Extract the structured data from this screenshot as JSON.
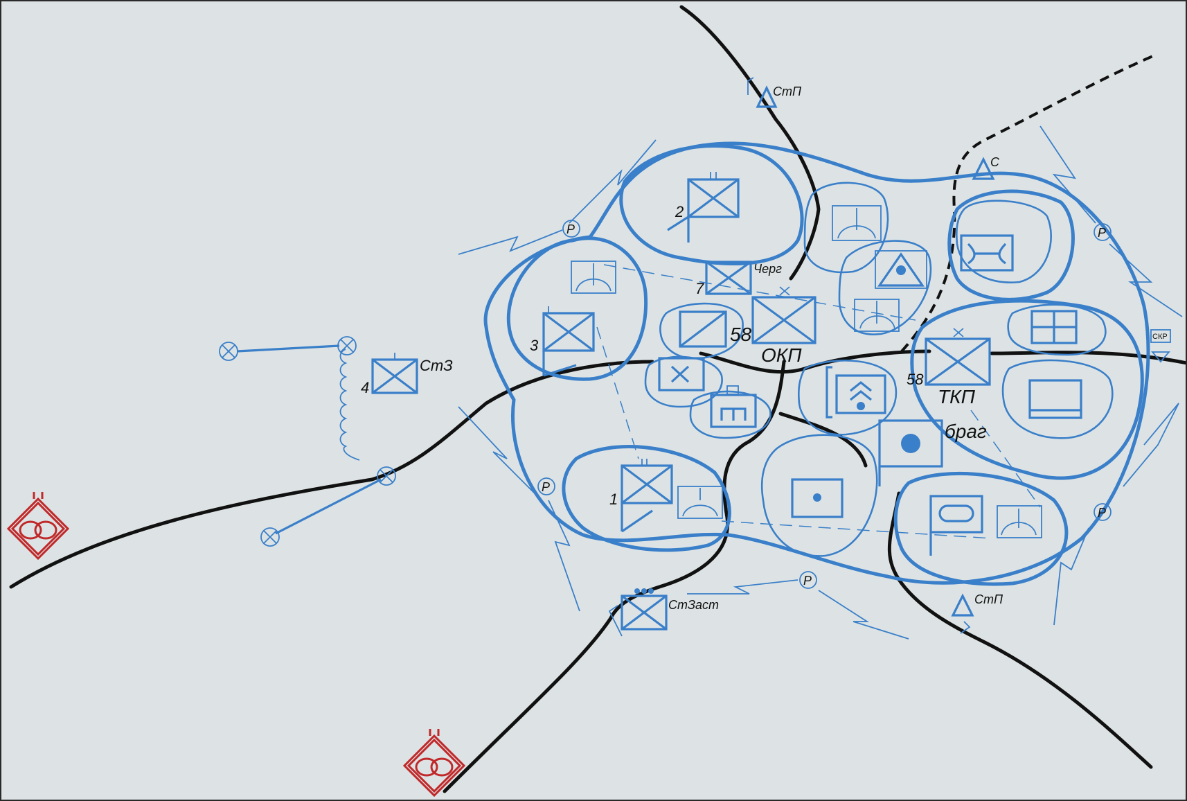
{
  "colors": {
    "background": "#dde3e4",
    "road": "#111111",
    "own_units": "#3a7fc9",
    "enemy": "#c0282a"
  },
  "labels": {
    "stp_top": "СтП",
    "stp_bottom": "СтП",
    "s_post": "С",
    "cherg": "Черг",
    "okp": "ОКП",
    "num_58_okp": "58",
    "tkp": "ТКП",
    "num_58_tkp": "58",
    "brag": "браг",
    "stz": "СтЗ",
    "stzast": "СтЗаст",
    "skr": "СКР",
    "unit_1": "1",
    "unit_2": "2",
    "unit_3": "3",
    "unit_4": "4",
    "unit_7": "7",
    "radio_mark": "Р"
  },
  "icons": [
    "enemy-tank-icon",
    "unit-flag-icon",
    "observation-post-icon",
    "radio-relay-icon",
    "artillery-shelter-icon"
  ]
}
